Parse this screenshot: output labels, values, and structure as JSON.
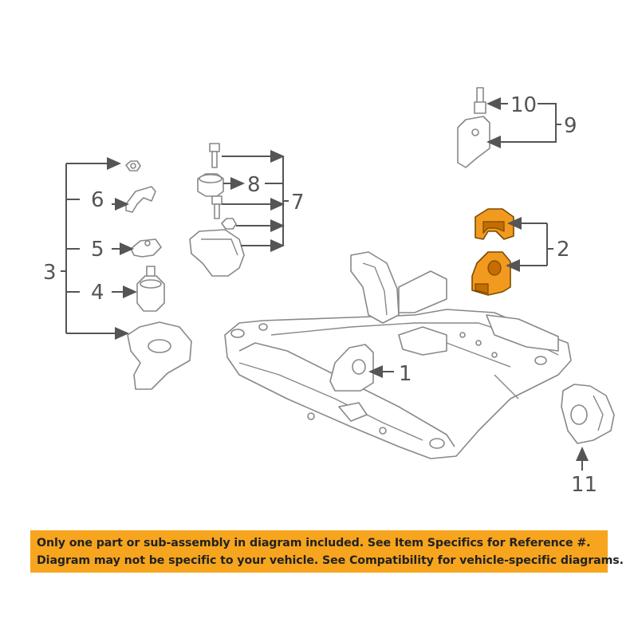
{
  "callouts": {
    "c1": "1",
    "c2": "2",
    "c3": "3",
    "c4": "4",
    "c5": "5",
    "c6": "6",
    "c7": "7",
    "c8": "8",
    "c9": "9",
    "c10": "10",
    "c11": "11"
  },
  "notice": {
    "line1": "Only one part or sub-assembly in diagram included. See Item Specifics for Reference #.",
    "line2": "Diagram may not be specific to your vehicle. See Compatibility for vehicle-specific diagrams."
  },
  "colors": {
    "highlight": "#f29a1f",
    "banner": "#f7a51e",
    "linework": "#888888"
  }
}
